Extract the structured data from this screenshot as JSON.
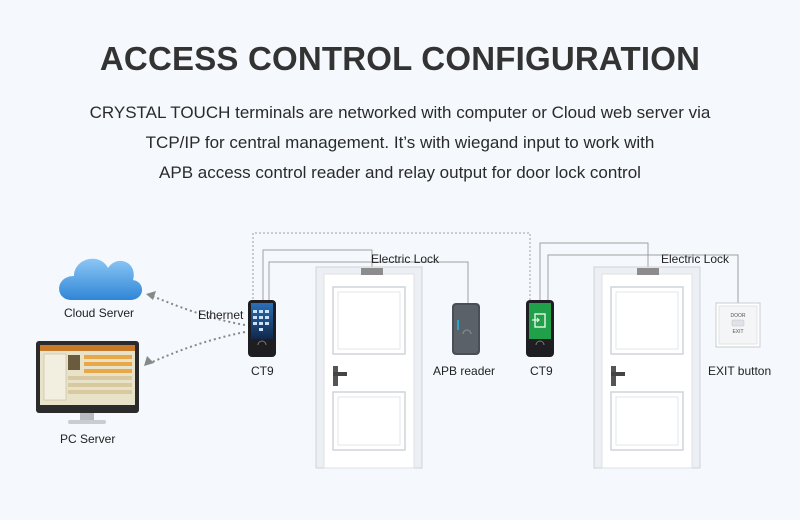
{
  "title": "ACCESS CONTROL CONFIGURATION",
  "description": [
    "CRYSTAL TOUCH terminals are networked with computer or Cloud web server via",
    "TCP/IP for central management. It’s with wiegand input to work with",
    "APB access control reader and relay output for door lock control"
  ],
  "labels": {
    "cloud_server": "Cloud Server",
    "pc_server": "PC Server",
    "ethernet": "Ethernet",
    "ct9_left": "CT9",
    "ct9_right": "CT9",
    "electric_lock_left": "Electric Lock",
    "electric_lock_right": "Electric Lock",
    "apb_reader": "APB reader",
    "exit_button": "EXIT button"
  },
  "exit_panel": {
    "line1": "DOOR",
    "line2": "EXIT"
  },
  "colors": {
    "cloud": "#4a9be0",
    "wire": "#9a9a9a",
    "door": "#ffffff",
    "device_body": "#1e1e22",
    "screen_green": "#21a04a",
    "screen_blue": "#1d4f8f"
  }
}
